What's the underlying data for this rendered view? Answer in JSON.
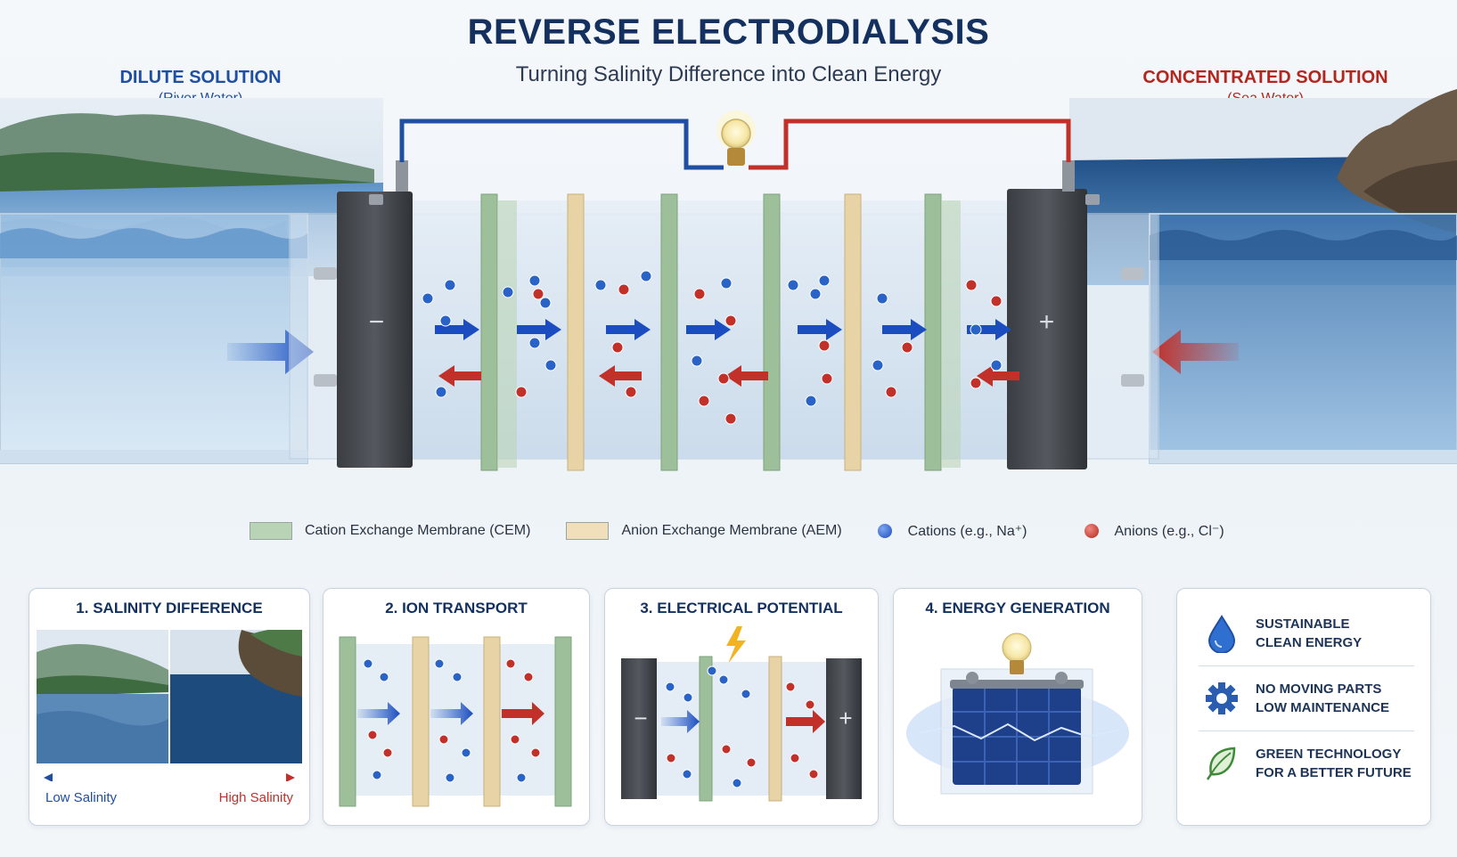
{
  "header": {
    "title": "REVERSE ELECTRODIALYSIS",
    "subtitle": "Turning Salinity Difference into Clean Energy"
  },
  "dilute": {
    "label": "DILUTE SOLUTION",
    "sub": "(River Water)",
    "color": "#1f4fa3"
  },
  "concentrated": {
    "label": "CONCENTRATED SOLUTION",
    "sub": "(Sea Water)",
    "color": "#b3261e"
  },
  "electrodes": {
    "negative": "−",
    "positive": "+"
  },
  "legend": {
    "cem": "Cation Exchange Membrane (CEM)",
    "aem": "Anion Exchange Membrane (AEM)",
    "cations": "Cations (e.g., Na⁺)",
    "anions": "Anions (e.g., Cl⁻)"
  },
  "colors": {
    "cem": "#9dc09a",
    "aem": "#e8d3a6",
    "cation": "#2a63c7",
    "anion": "#c2302a",
    "title": "#14305e"
  },
  "panels": [
    {
      "title": "1. SALINITY DIFFERENCE",
      "low": "Low Salinity",
      "high": "High Salinity"
    },
    {
      "title": "2. ION TRANSPORT"
    },
    {
      "title": "3. ELECTRICAL POTENTIAL",
      "neg": "−",
      "pos": "+"
    },
    {
      "title": "4. ENERGY GENERATION"
    }
  ],
  "benefits": [
    {
      "icon": "water-drop-icon",
      "line1": "SUSTAINABLE",
      "line2": "CLEAN ENERGY"
    },
    {
      "icon": "gear-icon",
      "line1": "NO MOVING PARTS",
      "line2": "LOW MAINTENANCE"
    },
    {
      "icon": "leaf-icon",
      "line1": "GREEN TECHNOLOGY",
      "line2": "FOR A BETTER FUTURE"
    }
  ]
}
